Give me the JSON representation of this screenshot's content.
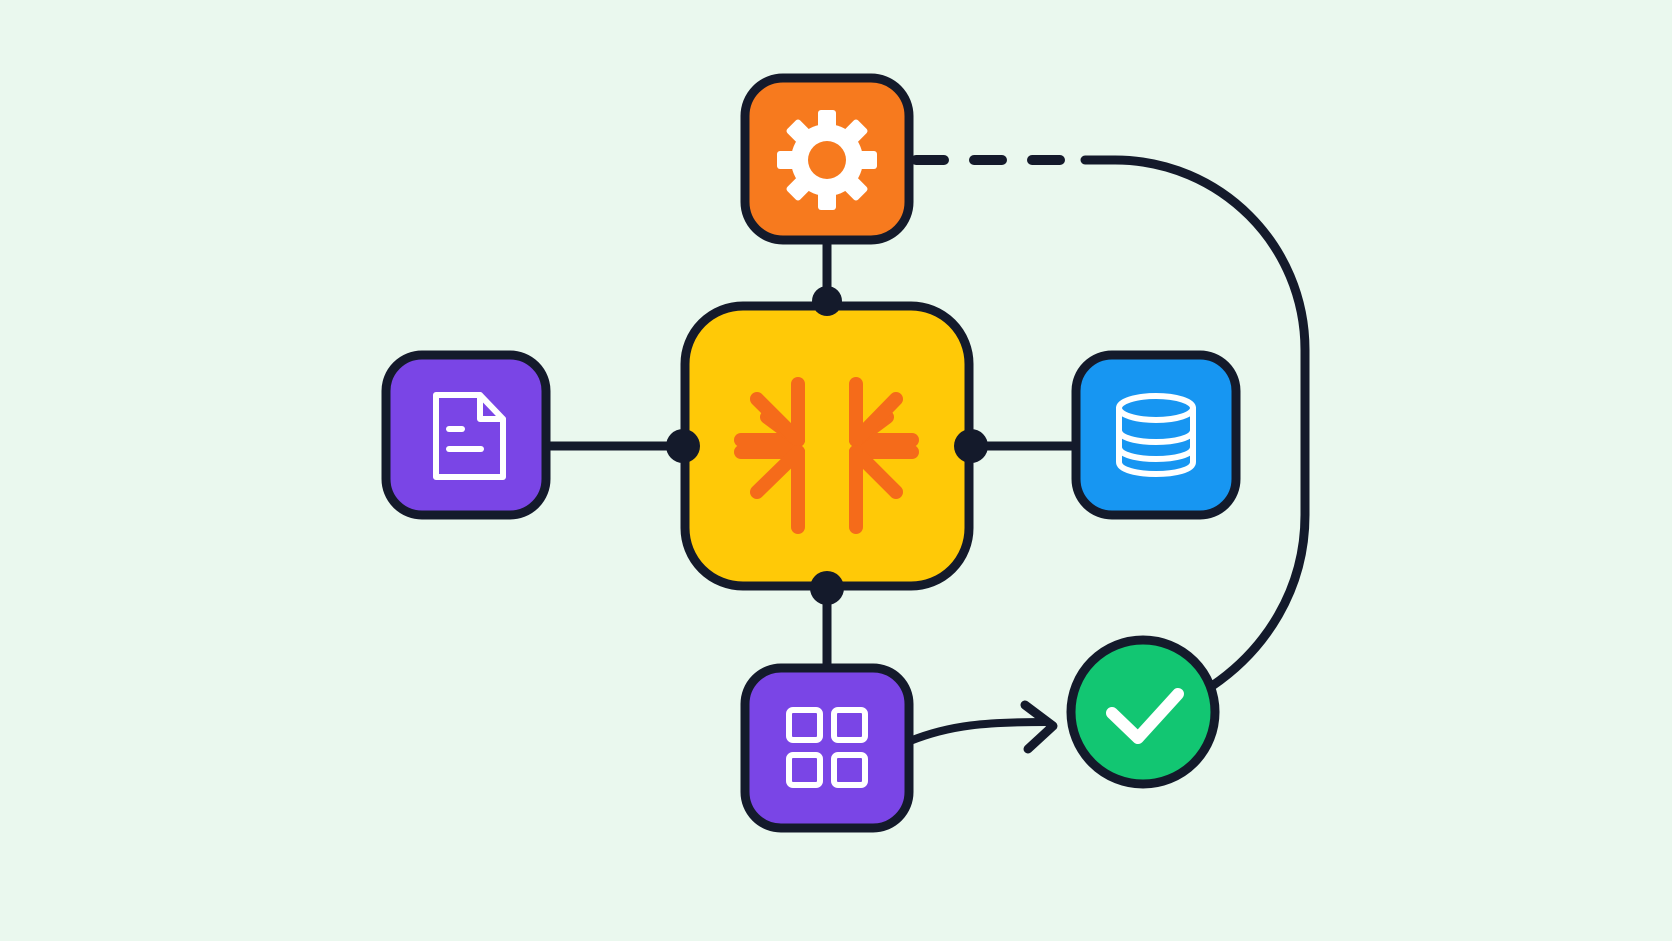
{
  "diagram": {
    "background_color": "#EAF8EE",
    "stroke_color": "#141A2B",
    "nodes": [
      {
        "id": "hub",
        "icon": "sparkle-icon",
        "fill": "#FFC907",
        "icon_color": "#F56B1A"
      },
      {
        "id": "settings",
        "icon": "gear-icon",
        "fill": "#F77A1E",
        "icon_color": "#FFFFFF"
      },
      {
        "id": "document",
        "icon": "document-icon",
        "fill": "#7A45E6",
        "icon_color": "#FFFFFF"
      },
      {
        "id": "database",
        "icon": "database-icon",
        "fill": "#1796F2",
        "icon_color": "#FFFFFF"
      },
      {
        "id": "apps",
        "icon": "grid-icon",
        "fill": "#7A45E6",
        "icon_color": "#FFFFFF"
      },
      {
        "id": "done",
        "icon": "check-icon",
        "fill": "#12C672",
        "icon_color": "#FFFFFF"
      }
    ],
    "edges": [
      {
        "from": "settings",
        "to": "hub",
        "style": "solid"
      },
      {
        "from": "document",
        "to": "hub",
        "style": "solid"
      },
      {
        "from": "database",
        "to": "hub",
        "style": "solid"
      },
      {
        "from": "apps",
        "to": "hub",
        "style": "solid"
      },
      {
        "from": "apps",
        "to": "done",
        "style": "solid",
        "arrow": true
      },
      {
        "from": "done",
        "to": "settings",
        "style": "dashed"
      }
    ]
  }
}
